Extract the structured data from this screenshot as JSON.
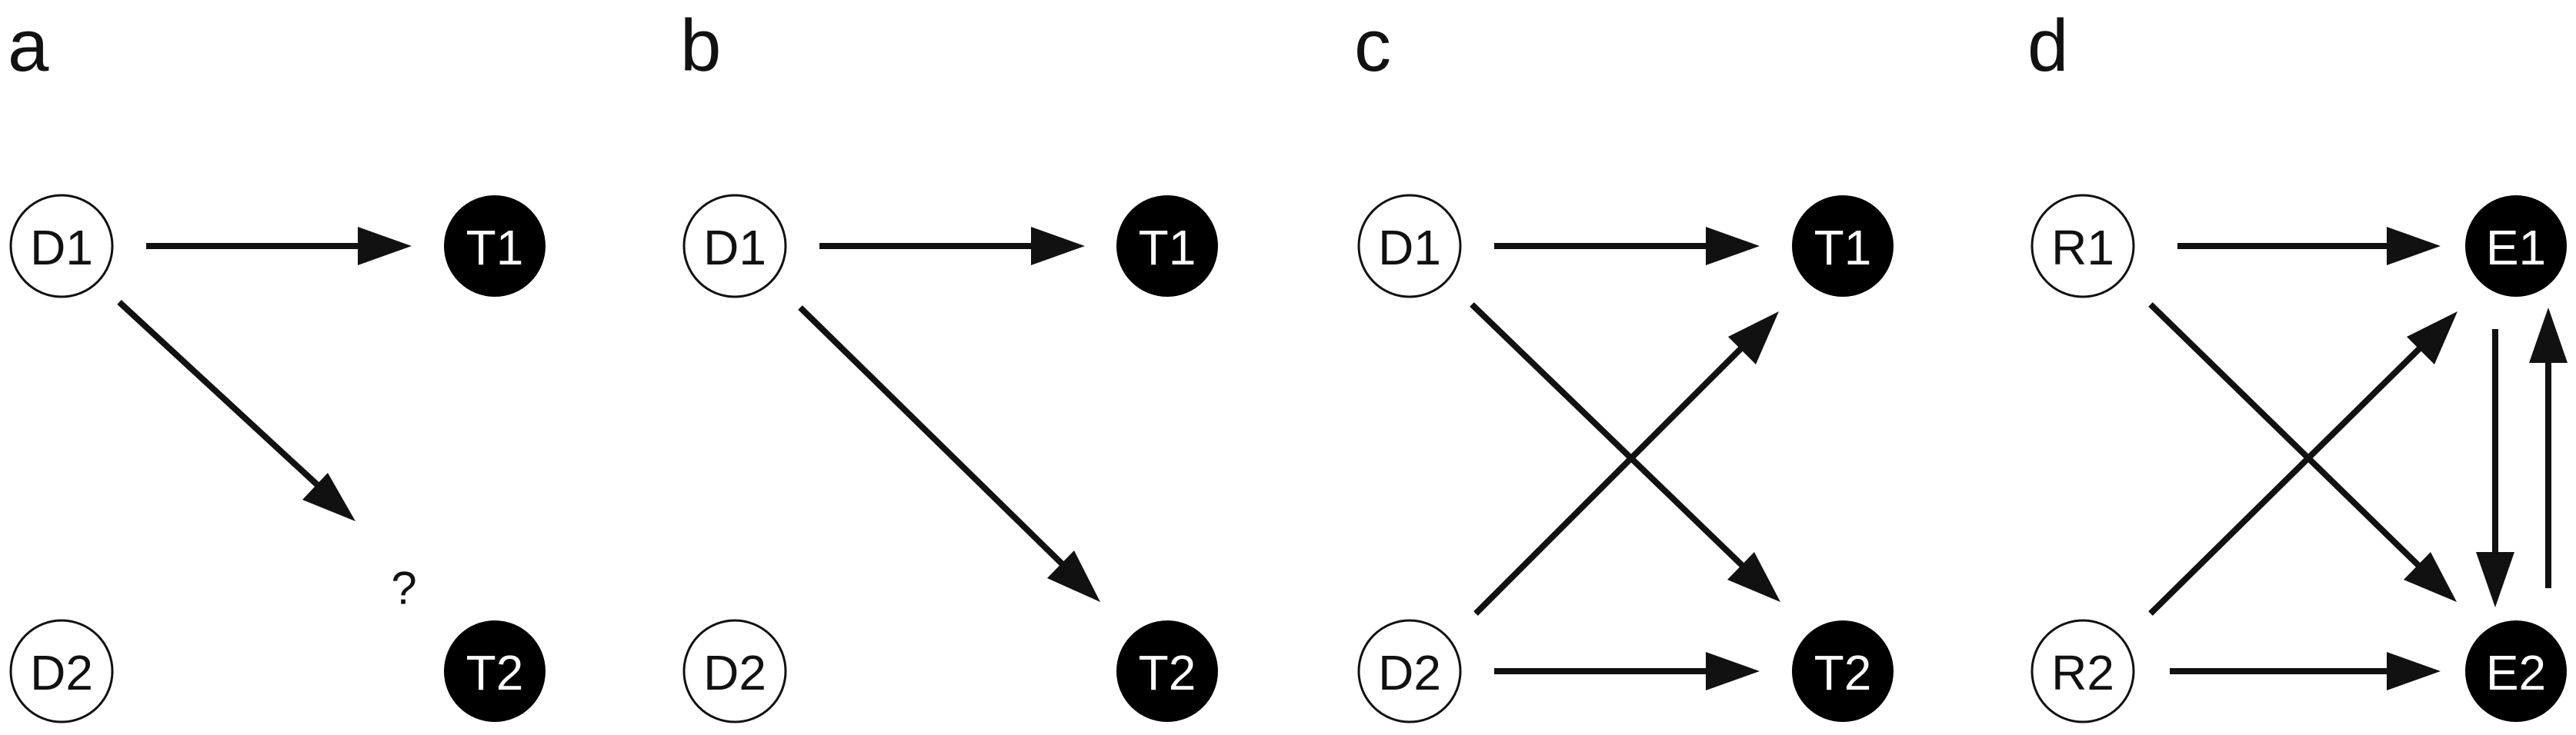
{
  "colors": {
    "ink": "#111111",
    "open_fill": "#ffffff",
    "filled_fill": "#000000",
    "filled_text": "#ffffff"
  },
  "panels": [
    {
      "label": "a",
      "nodes": {
        "D1": "D1",
        "D2": "D2",
        "T1": "T1",
        "T2": "T2"
      },
      "uncertain_mark": "?"
    },
    {
      "label": "b",
      "nodes": {
        "D1": "D1",
        "D2": "D2",
        "T1": "T1",
        "T2": "T2"
      }
    },
    {
      "label": "c",
      "nodes": {
        "D1": "D1",
        "D2": "D2",
        "T1": "T1",
        "T2": "T2"
      }
    },
    {
      "label": "d",
      "nodes": {
        "R1": "R1",
        "R2": "R2",
        "E1": "E1",
        "E2": "E2"
      }
    }
  ]
}
